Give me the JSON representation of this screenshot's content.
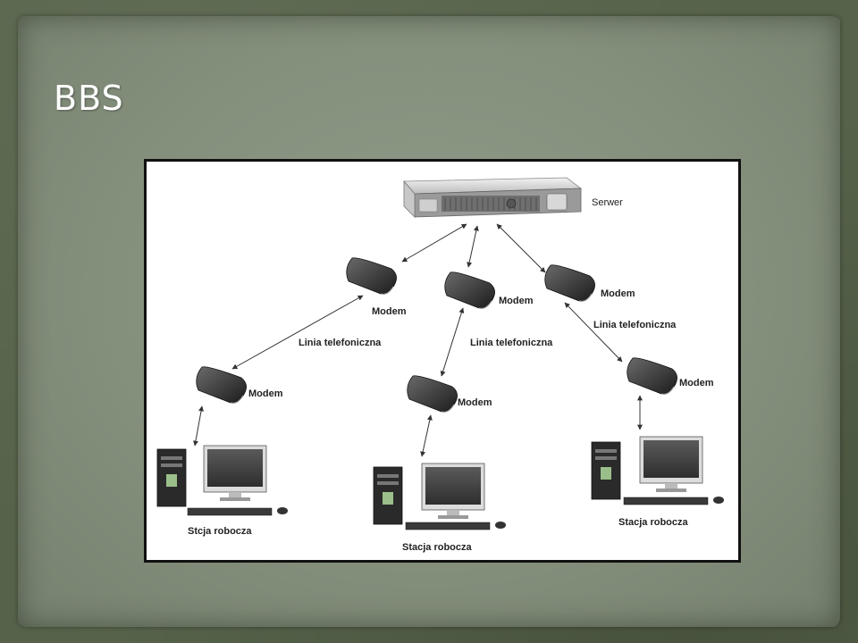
{
  "slide": {
    "title": "BBS"
  },
  "diagram": {
    "server_label": "Serwer",
    "modem_label": "Modem",
    "line_label": "Linia telefoniczna",
    "workstations": [
      {
        "label": "Stcja robocza"
      },
      {
        "label": "Stacja robocza"
      },
      {
        "label": "Stacja robocza"
      }
    ]
  }
}
